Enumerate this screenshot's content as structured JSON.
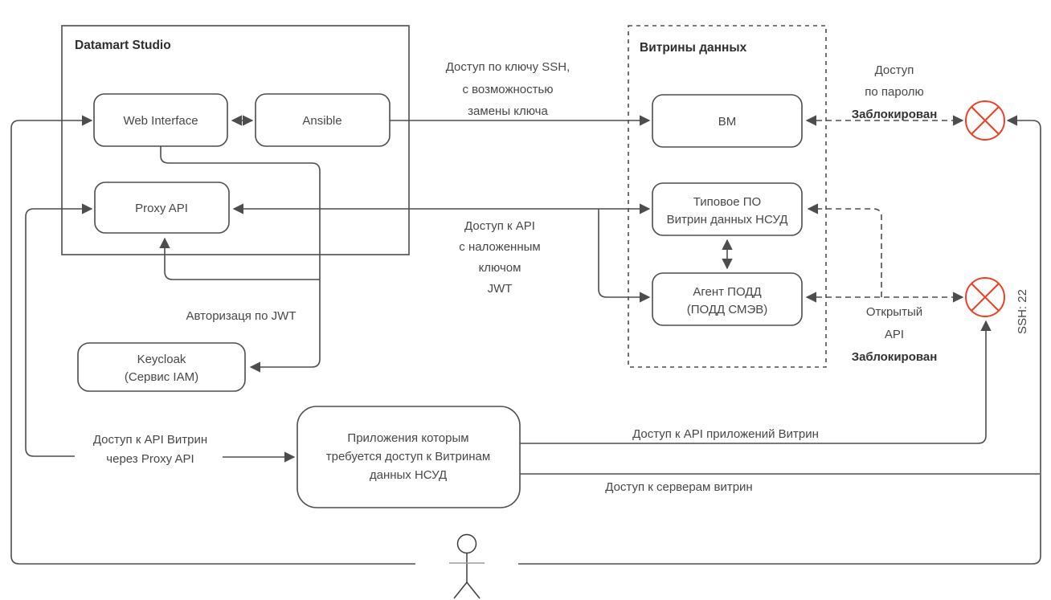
{
  "diagram": {
    "containers": {
      "datamart": {
        "title": "Datamart Studio"
      },
      "vitrina": {
        "title": "Витрины данных"
      }
    },
    "nodes": {
      "web_interface": {
        "label": "Web Interface"
      },
      "ansible": {
        "label": "Ansible"
      },
      "proxy_api": {
        "label": "Proxy API"
      },
      "keycloak": {
        "line1": "Keycloak",
        "line2": "(Сервис IAM)"
      },
      "vm": {
        "label": "ВМ"
      },
      "tipovoe_po": {
        "line1": "Типовое ПО",
        "line2": "Витрин данных НСУД"
      },
      "agent_podd": {
        "line1": "Агент ПОДД",
        "line2": "(ПОДД СМЭВ)"
      },
      "apps": {
        "line1": "Приложения которым",
        "line2": "требуется доступ к Витринам",
        "line3": "данных НСУД"
      }
    },
    "edge_labels": {
      "ssh_key": {
        "line1": "Доступ по ключу SSH,",
        "line2": "с возможностью",
        "line3": "замены ключа"
      },
      "api_jwt": {
        "line1": "Доступ к API",
        "line2": "с наложенным",
        "line3": "ключом",
        "line4": "JWT"
      },
      "jwt_auth": {
        "label": "Авторизаця по JWT"
      },
      "password": {
        "line1": "Доступ",
        "line2": "по паролю",
        "line3": "Заблокирован"
      },
      "open_api": {
        "line1": "Открытый",
        "line2": "API",
        "line3": "Заблокирован"
      },
      "ssh_port": {
        "label": "SSH: 22"
      },
      "proxy_access": {
        "line1": "Доступ к API Витрин",
        "line2": "через Proxy API"
      },
      "apps_api_access": {
        "label": "Доступ к API приложений Витрин"
      },
      "servers_access": {
        "label": "Доступ к серверам витрин"
      }
    },
    "icons": {
      "blocked_top": "blocked-crossed-circle",
      "blocked_bottom": "blocked-crossed-circle",
      "user": "actor-stick-figure"
    },
    "colors": {
      "line": "#4d4d4d",
      "text": "#474747",
      "blocked": "#ee4023",
      "background": "#ffffff"
    }
  }
}
